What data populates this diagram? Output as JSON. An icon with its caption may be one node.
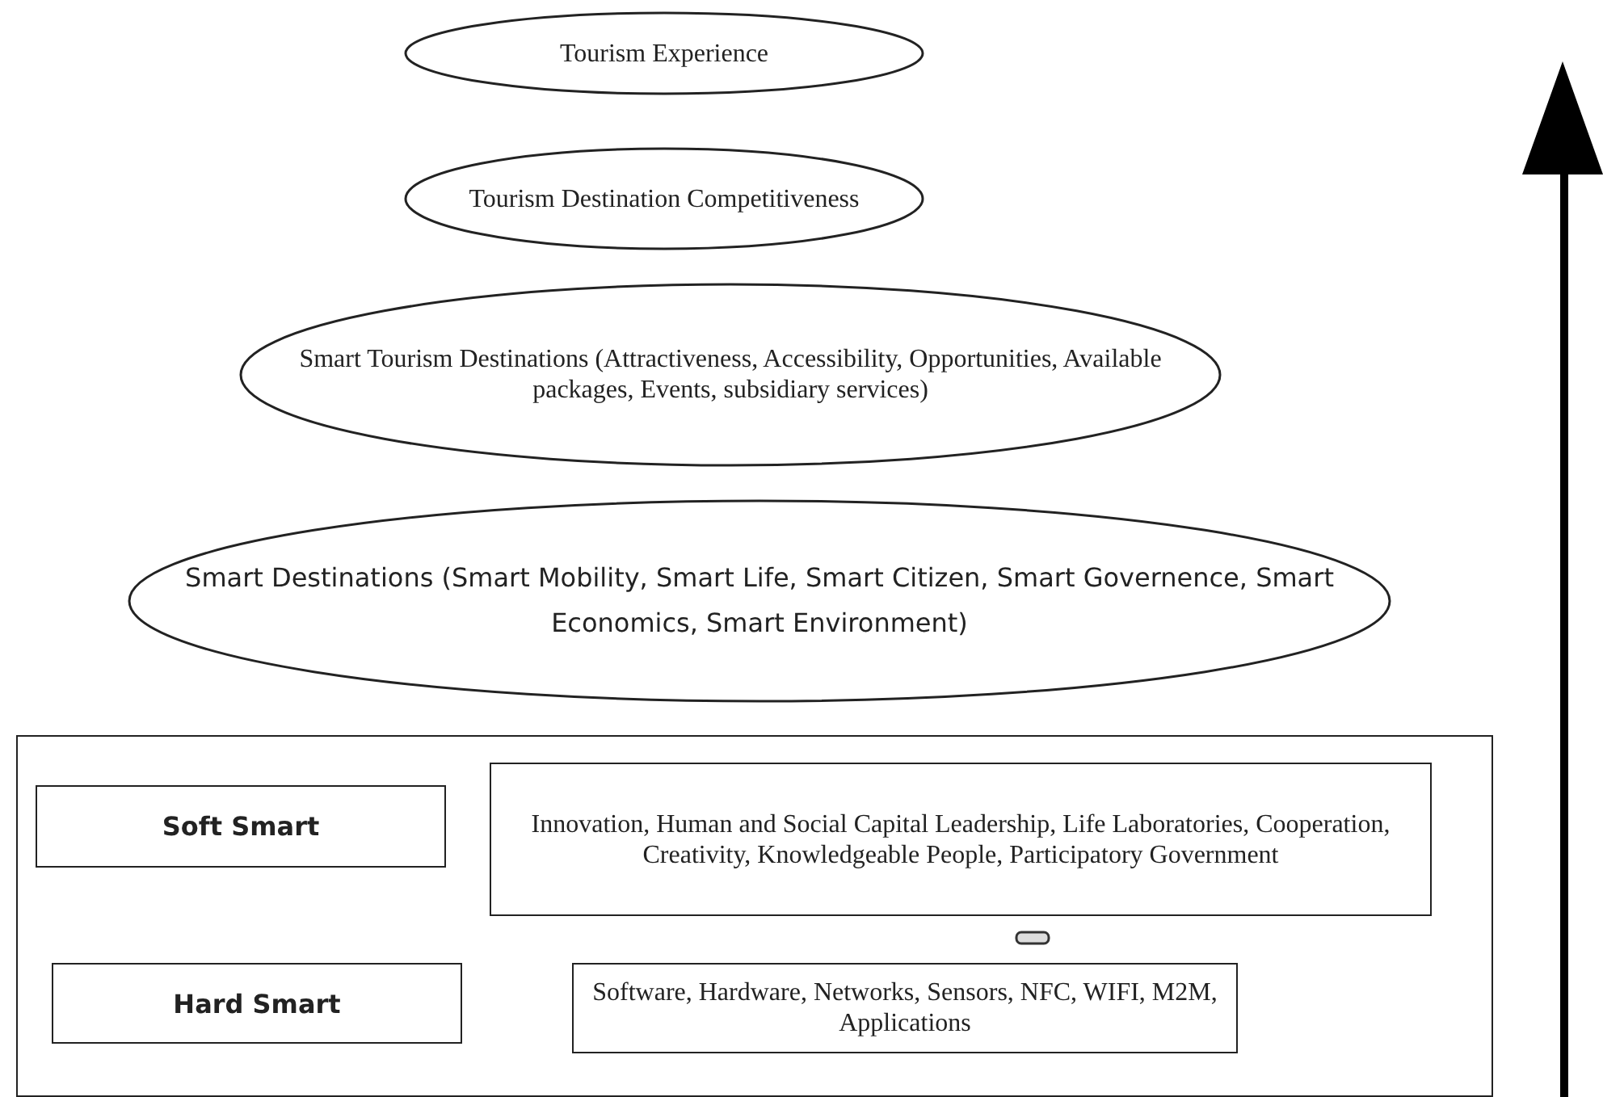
{
  "diagram": {
    "nodes": [
      {
        "text": [
          "Tourism Experience"
        ]
      },
      {
        "text": [
          "Tourism Destination Competitiveness"
        ]
      },
      {
        "text": [
          "Smart Tourism Destinations (Attractiveness, Accessibility, Opportunities, Available packages, Events, subsidiary services)"
        ]
      },
      {
        "text": [
          "Smart Destinations  (Smart Mobility, Smart Life, Smart Citizen, Smart Governence, Smart Economics, Smart Environment)"
        ]
      },
      {
        "text": [],
        "shape": "box"
      },
      {
        "text": [
          "Soft Smart"
        ],
        "in": 4
      },
      {
        "text": [
          "Innovation, Human and Social Capital Leadership, Life Laboratories, Cooperation, Creativity, Knowledgeable People, Participatory Government"
        ],
        "in": 4
      },
      {
        "text": [
          "Hard Smart"
        ],
        "in": 4
      },
      {
        "text": [
          "Software, Hardware, Networks, Sensors, NFC, WIFI, M2M, Applications"
        ],
        "in": 4
      }
    ]
  }
}
